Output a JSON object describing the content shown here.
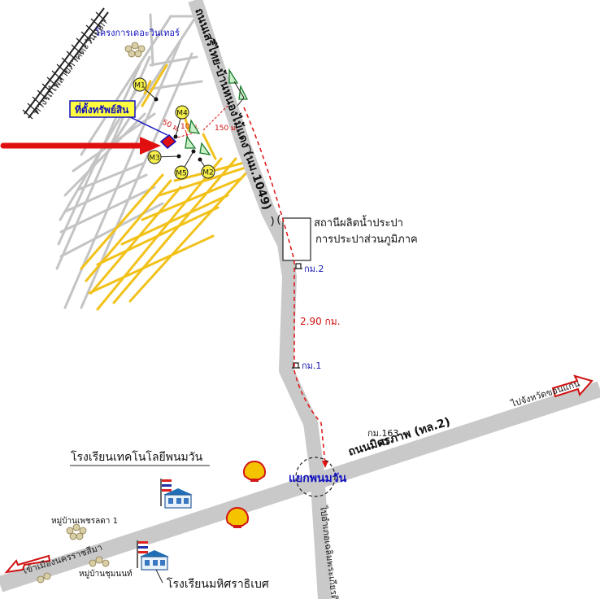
{
  "labels": {
    "project": "โครงการเดอะวินเทอร์",
    "railway": "ทางรถไฟสายภาคตะวันออก",
    "property": "ที่ตั้งทรัพย์สิน",
    "road_1049": "ถนนเสรีไทย-บ้านหนองไม้แดง (นม.1049)",
    "water_plant_line1": "สถานีผลิตน้ำประปา",
    "water_plant_line2": "การประปาส่วนภูมิภาค",
    "km2": "กม.2",
    "km1": "กม.1",
    "distance_main": "2.90 กม.",
    "dist_50": "50 ม.",
    "dist_10": "10 ม.",
    "dist_150": "150 ม.",
    "km163": "กม.163",
    "road_2": "ถนนมิตรภาพ (ทล.2)",
    "to_khonkaen": "ไปจังหวัดขอนแก่น",
    "junction": "แยกพนมวัน",
    "tech_school": "โรงเรียนเทคโนโลยีพนมวัน",
    "village_1": "หมู่บ้านเพชรลดา 1",
    "village_2": "หมู่บ้านชุมนนท์",
    "to_korat": "เข้าเมืองนครราชสีมา",
    "to_phimai": "ไปอำเภอเฉลิมพระเกียรติ",
    "mahisorn_school": "โรงเรียนมหิศราธิเบศ"
  },
  "markers": [
    "M1",
    "M2",
    "M3",
    "M4",
    "M5"
  ],
  "colors": {
    "road_gray": "#c8c8c8",
    "soi_gray": "#bdbdbd",
    "soi_yellow": "#f2c21b",
    "arrow_red": "#e01010",
    "label_blue": "#1010c0",
    "marker_fill": "#f6f04a",
    "property_box": "#ffff40"
  },
  "icons": [
    "shell-icon",
    "school-icon",
    "village-icon",
    "km-post-icon",
    "transmission-tower-icon"
  ]
}
